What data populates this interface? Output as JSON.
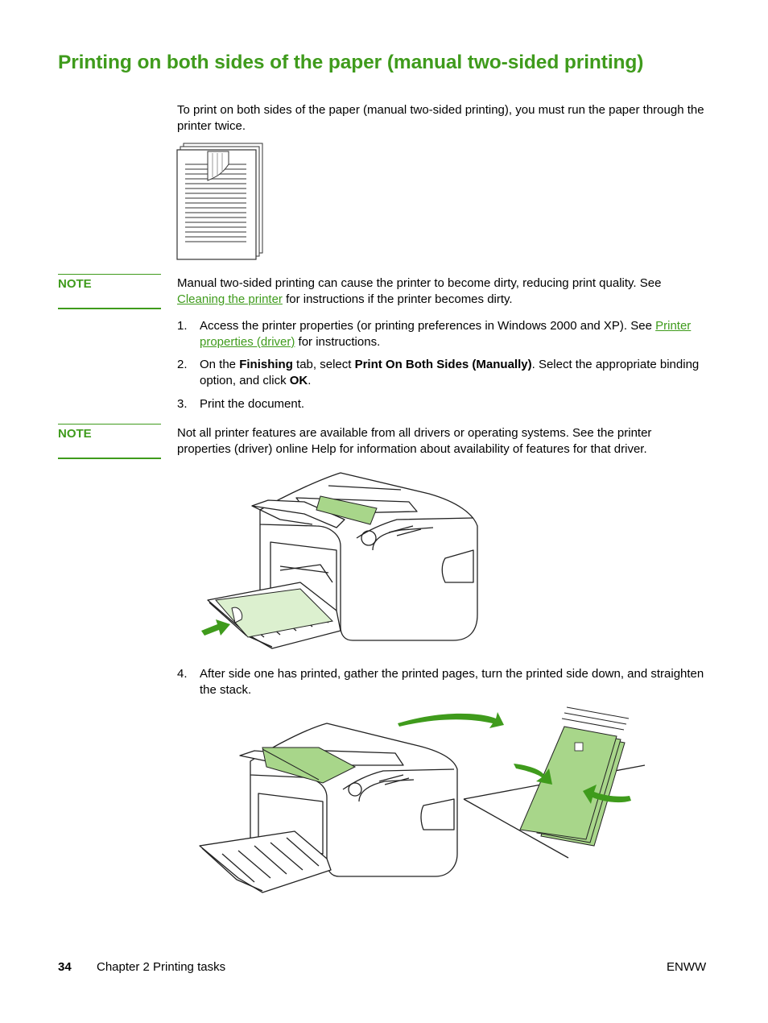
{
  "page": {
    "title": "Printing on both sides of the paper (manual two-sided printing)",
    "intro": "To print on both sides of the paper (manual two-sided printing), you must run the paper through the printer twice."
  },
  "note1": {
    "label": "NOTE",
    "text_before": "Manual two-sided printing can cause the printer to become dirty, reducing print quality. See ",
    "link": "Cleaning the printer",
    "text_after": " for instructions if the printer becomes dirty."
  },
  "steps": [
    {
      "num": "1.",
      "before": "Access the printer properties (or printing preferences in Windows 2000 and XP). See ",
      "link": "Printer properties (driver)",
      "after": " for instructions."
    },
    {
      "num": "2.",
      "t1": "On the ",
      "b1": "Finishing",
      "t2": " tab, select ",
      "b2": "Print On Both Sides (Manually)",
      "t3": ". Select the appropriate binding option, and click ",
      "b3": "OK",
      "t4": "."
    },
    {
      "num": "3.",
      "text": "Print the document."
    },
    {
      "num": "4.",
      "text": "After side one has printed, gather the printed pages, turn the printed side down, and straighten the stack."
    }
  ],
  "note2": {
    "label": "NOTE",
    "text": "Not all printer features are available from all drivers or operating systems. See the printer properties (driver) online Help for information about availability of features for that driver."
  },
  "footer": {
    "page_number": "34",
    "chapter": "Chapter 2  Printing tasks",
    "right": "ENWW"
  },
  "colors": {
    "accent": "#3f9b1c",
    "paper_green": "#a8d68a",
    "light_green": "#dcf0cf"
  }
}
